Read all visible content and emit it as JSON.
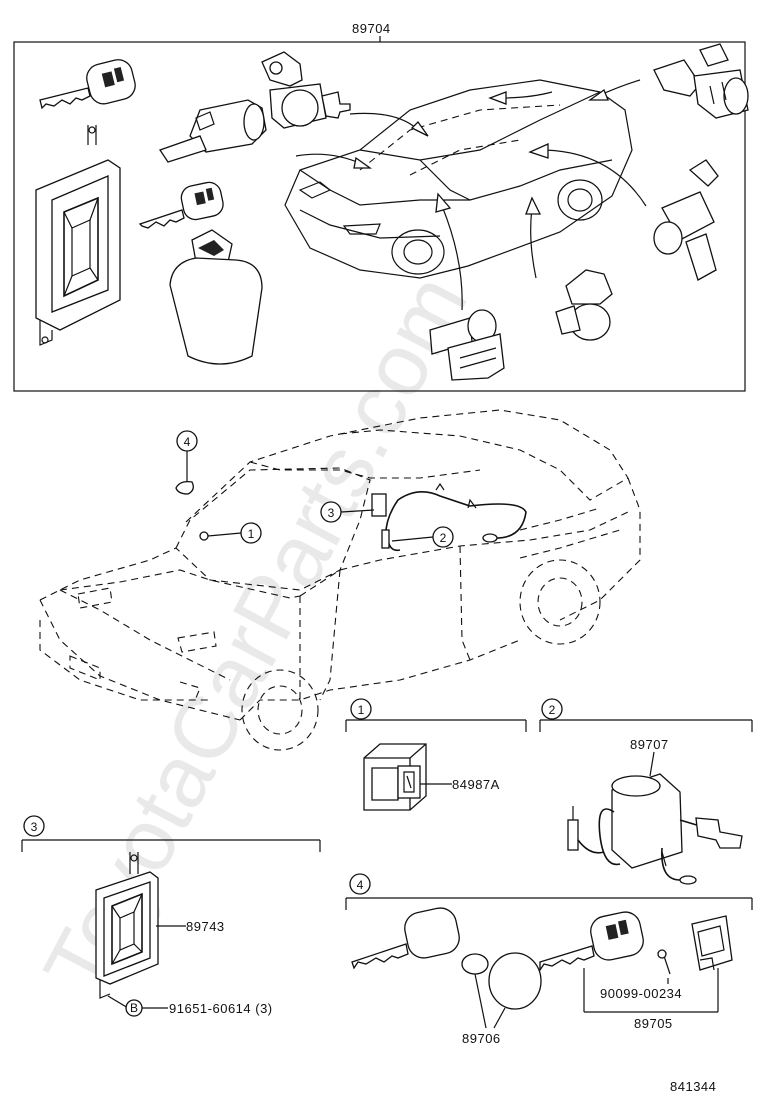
{
  "callouts": {
    "top_assembly": "89704",
    "switch": "84987A",
    "wire_sensor": "89707",
    "ecu": "89743",
    "bolt": "91651-60614 (3)",
    "bolt_ref": "B",
    "key_parts": "89706",
    "screw": "90099-00234",
    "key_set": "89705",
    "diagram_id": "841344"
  },
  "section_markers": {
    "s1": "1",
    "s2": "2",
    "s3": "3",
    "s4": "4"
  },
  "watermark": "ToyotaCarParts.com",
  "icons": [
    "key-icon",
    "ignition-cylinder-icon",
    "ecu-module-icon",
    "door-lock-cylinder-icon",
    "switch-icon",
    "sensor-icon"
  ]
}
